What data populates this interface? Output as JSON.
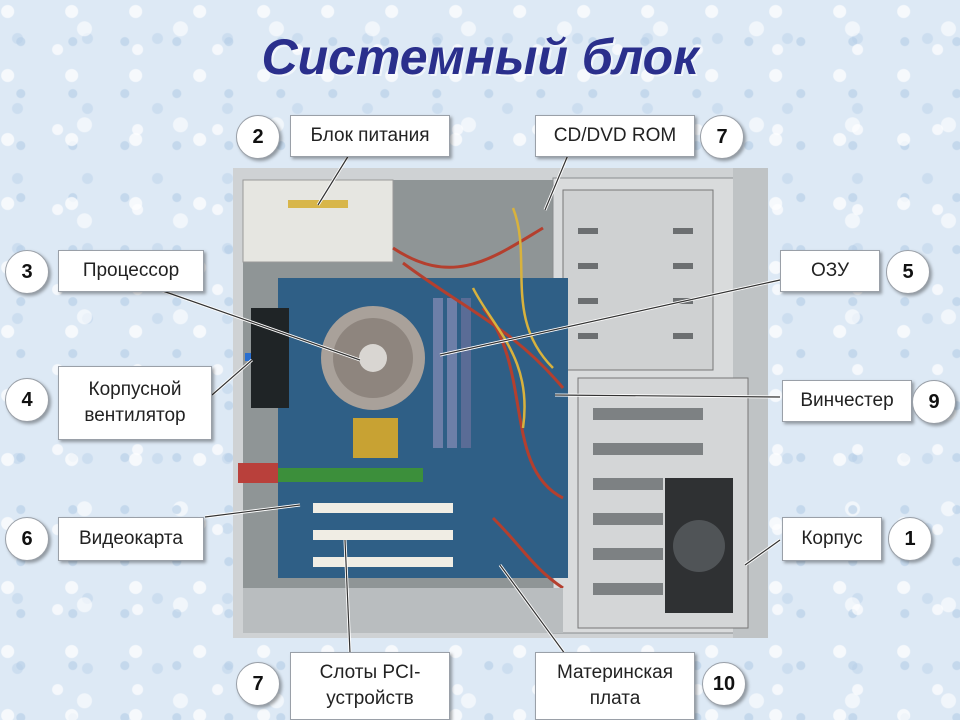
{
  "title": "Системный блок",
  "labels": {
    "psu": {
      "text": "Блок питания",
      "num": "2"
    },
    "cdrom": {
      "text": "CD/DVD ROM",
      "num": "7"
    },
    "cpu": {
      "text": "Процессор",
      "num": "3"
    },
    "ram": {
      "text": "ОЗУ",
      "num": "5"
    },
    "fan": {
      "text": "Корпусной\nвентилятор",
      "num": "4"
    },
    "hdd": {
      "text": "Винчестер",
      "num": "9"
    },
    "gpu": {
      "text": "Видеокарта",
      "num": "6"
    },
    "case": {
      "text": "Корпус",
      "num": "1"
    },
    "pci": {
      "text": "Слоты PCI-\nустройств",
      "num": "7"
    },
    "mobo": {
      "text": "Материнская\nплата",
      "num": "10"
    }
  }
}
